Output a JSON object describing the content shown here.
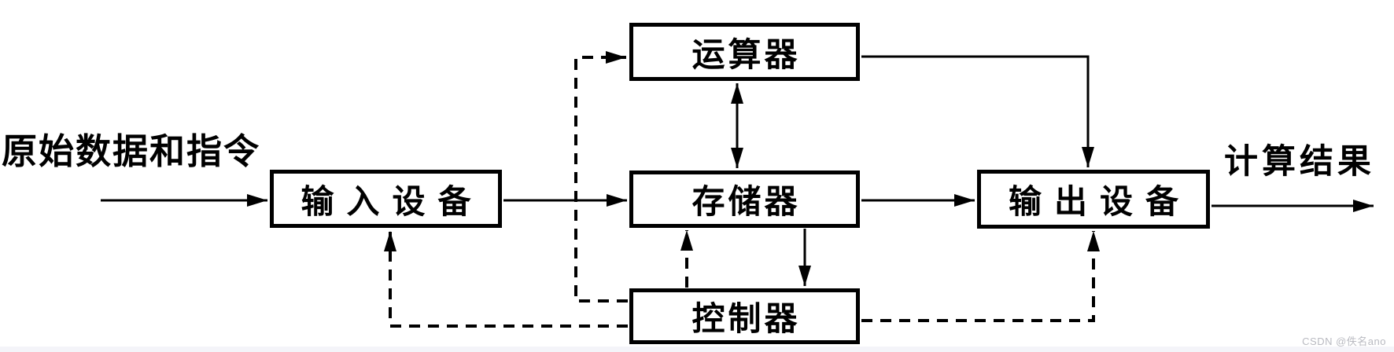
{
  "diagram": {
    "title": "computer-hardware-five-units-block-diagram",
    "source_label": "原始数据和指令",
    "result_label": "计算结果",
    "boxes": {
      "alu": "运算器",
      "input": "输入设备",
      "memory": "存储器",
      "controller": "控制器",
      "output": "输出设备"
    },
    "edges": [
      {
        "from": "source-data",
        "to": "input",
        "style": "solid-arrow"
      },
      {
        "from": "input",
        "to": "memory",
        "style": "solid-arrow"
      },
      {
        "from": "memory",
        "to": "output",
        "style": "solid-arrow"
      },
      {
        "from": "output",
        "to": "result",
        "style": "solid-arrow"
      },
      {
        "from": "alu",
        "to": "output",
        "style": "solid-arrow"
      },
      {
        "from": "alu",
        "to": "memory",
        "style": "solid-double-arrow"
      },
      {
        "from": "memory",
        "to": "controller",
        "style": "solid-arrow"
      },
      {
        "from": "controller",
        "to": "memory",
        "style": "dashed-arrow"
      },
      {
        "from": "controller",
        "to": "alu",
        "style": "dashed-arrow"
      },
      {
        "from": "controller",
        "to": "input",
        "style": "dashed-arrow"
      },
      {
        "from": "controller",
        "to": "output",
        "style": "dashed-arrow"
      }
    ],
    "colors": {
      "line": "#000000",
      "background": "#ffffff",
      "box_fill": "#ffffff",
      "watermark_text": "#b9bac1"
    },
    "watermark": "CSDN @佚名ano"
  }
}
